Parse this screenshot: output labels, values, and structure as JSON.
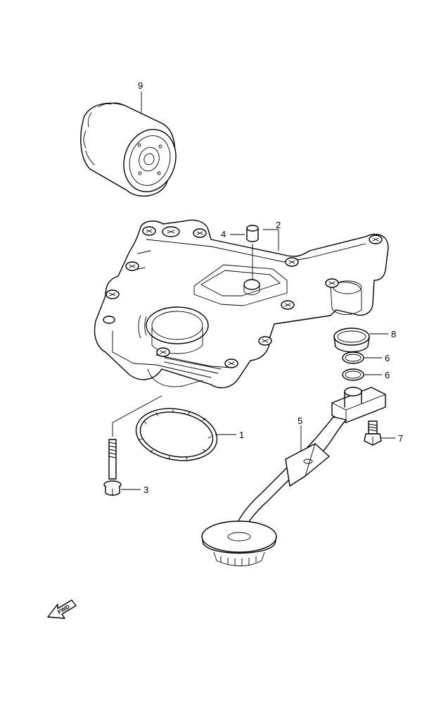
{
  "callouts": [
    {
      "id": "p1",
      "label": "1",
      "part": "o-ring-gasket"
    },
    {
      "id": "p2",
      "label": "2",
      "part": "oil-pump-body"
    },
    {
      "id": "p3",
      "label": "3",
      "part": "flange-bolt"
    },
    {
      "id": "p4",
      "label": "4",
      "part": "dowel-pin"
    },
    {
      "id": "p5",
      "label": "5",
      "part": "oil-strainer-pickup"
    },
    {
      "id": "p6a",
      "label": "6",
      "part": "o-ring-upper"
    },
    {
      "id": "p6b",
      "label": "6",
      "part": "o-ring-lower"
    },
    {
      "id": "p7",
      "label": "7",
      "part": "strainer-bolt"
    },
    {
      "id": "p8",
      "label": "8",
      "part": "seal-ring"
    },
    {
      "id": "p9",
      "label": "9",
      "part": "oil-filter"
    }
  ],
  "fwd_label": "FWD",
  "colors": {
    "line": "#000000",
    "background": "#ffffff"
  }
}
